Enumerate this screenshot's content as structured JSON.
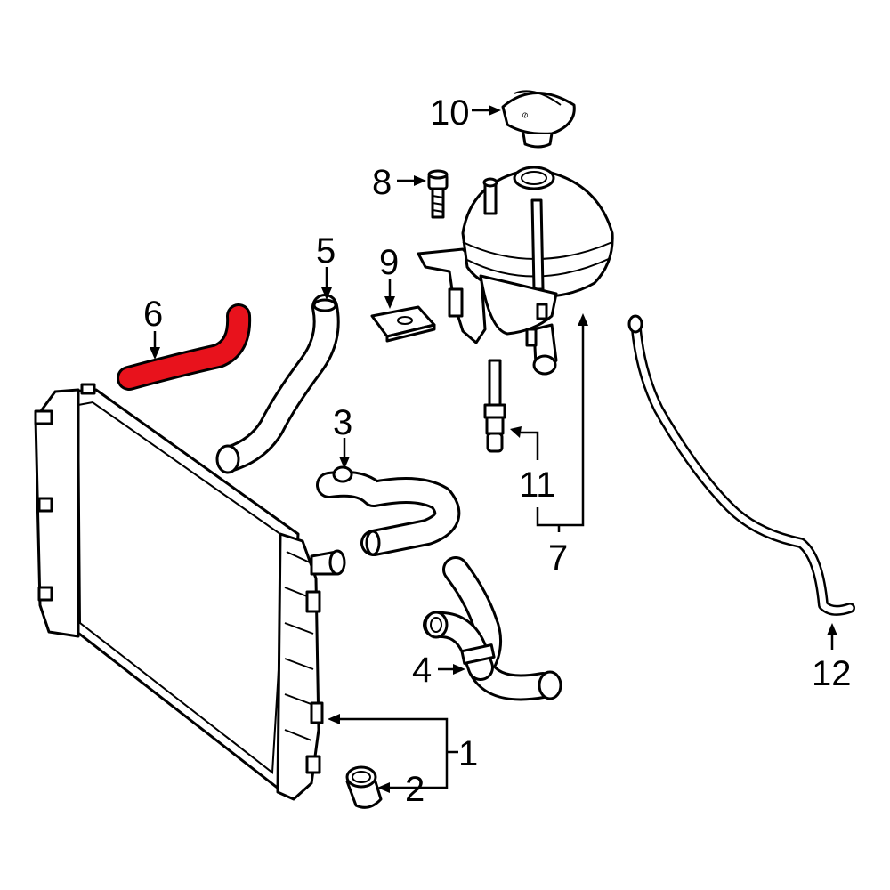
{
  "highlight_color": "#e8121c",
  "line_color": "#000000",
  "background": "#ffffff",
  "callouts": [
    {
      "id": "c1",
      "text": "1"
    },
    {
      "id": "c2",
      "text": "2"
    },
    {
      "id": "c3",
      "text": "3"
    },
    {
      "id": "c4",
      "text": "4"
    },
    {
      "id": "c5",
      "text": "5"
    },
    {
      "id": "c6",
      "text": "6"
    },
    {
      "id": "c7",
      "text": "7"
    },
    {
      "id": "c8",
      "text": "8"
    },
    {
      "id": "c9",
      "text": "9"
    },
    {
      "id": "c10",
      "text": "10"
    },
    {
      "id": "c11",
      "text": "11"
    },
    {
      "id": "c12",
      "text": "12"
    }
  ],
  "highlighted_part": "6"
}
